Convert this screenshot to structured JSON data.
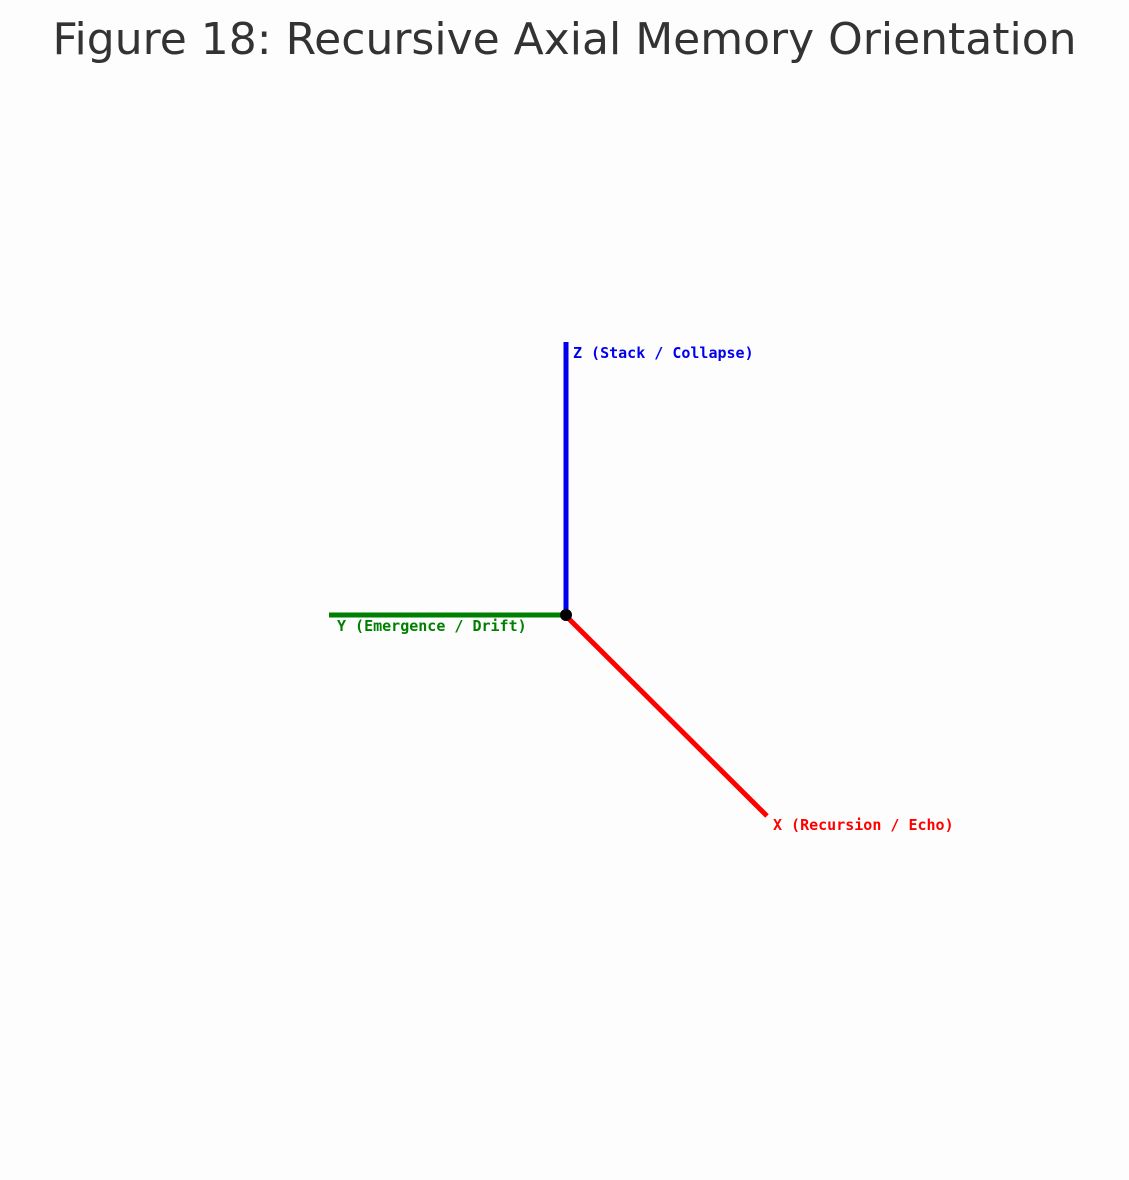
{
  "title": "Figure 18: Recursive Axial Memory Orientation",
  "axes": {
    "z": {
      "label": "Z (Stack / Collapse)",
      "color": "#0000ee"
    },
    "y": {
      "label": "Y (Emergence / Drift)",
      "color": "#008000"
    },
    "x": {
      "label": "X (Recursion / Echo)",
      "color": "#ff0000"
    }
  },
  "origin": {
    "color": "#000000"
  }
}
